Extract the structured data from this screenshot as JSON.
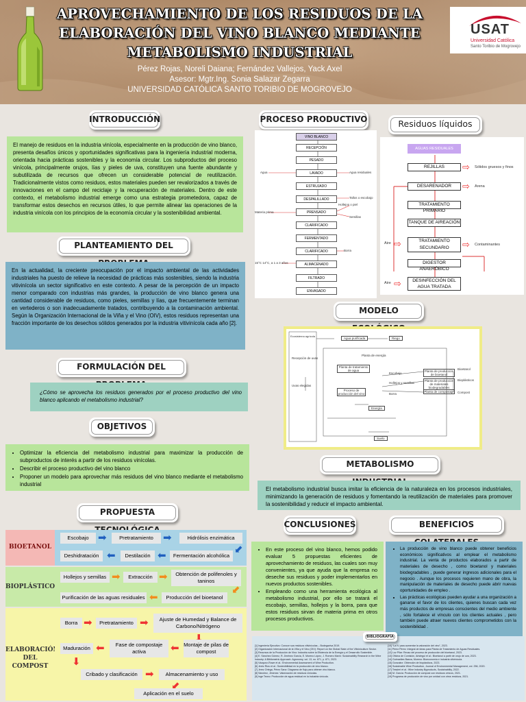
{
  "header": {
    "title_line1": "APROVECHAMIENTO DE LOS RESIDUOS DE LA",
    "title_line2": "ELABORACIÓN DEL VINO BLANCO MEDIANTE",
    "title_line3": "METABOLISMO INDUSTRIAL",
    "authors": "Pérez Rojas, Noreli Daiana; Fernández Vallejos, Yack Axel",
    "advisor": "Asesor: Mgtr.Ing. Sonia Salazar Zegarra",
    "university": "UNIVERSIDAD CATÓLICA SANTO TORIBIO DE MOGROVEJO"
  },
  "logo": {
    "name": "USAT",
    "line1": "Universidad Católica",
    "line2": "Santo Toribio de Mogrovejo"
  },
  "colors": {
    "green": "#b8e59b",
    "blue": "#7fb2c7",
    "teal": "#9ed1c1",
    "yellow": "#f7f5a8",
    "arrow_blue": "#1f5fbf",
    "arrow_orange": "#f28c1c",
    "arrow_red": "#e33"
  },
  "sections": {
    "intro": "INTRODUCCIÓN",
    "proceso": "PROCESO PRODUCTIVO",
    "residuos": "Residuos líquidos",
    "planteamiento": "PLANTEAMIENTO DEL PROBLEMA",
    "modelo": "MODELO ECOLÓGICO",
    "formulacion": "FORMULACIÓN DEL PROBLEMA",
    "objetivos": "OBJETIVOS",
    "metabolismo": "METABOLISMO INDUSTRIAL",
    "propuesta": "PROPUESTA TECNOLÓGICA",
    "conclusiones": "CONCLUSIONES",
    "beneficios": "BENEFICIOS COLATERALES",
    "bibliografia": "BIBLIOGRAFÍA"
  },
  "intro_text": "El manejo de residuos en la industria vinícola, especialmente en la producción de vino blanco, presenta desafíos únicos y oportunidades significativas para la ingeniería industrial moderna, orientada hacia prácticas sostenibles y la economía circular. Los subproductos del proceso vinícola, principalmente orujos, lías y pieles de uva, constituyen una fuente abundante y subutilizada de recursos que ofrecen un considerable potencial de reutilización. Tradicionalmente vistos como residuos, estos materiales pueden ser revalorizados a través de innovaciones en el campo del reciclaje y la recuperación de materiales. Dentro de este contexto, el metabolismo industrial emerge como una estrategia prometedora, capaz de transformar estos desechos en recursos útiles, lo que permite alinear las operaciones de la industria vinícola con los principios de la economía circular y la sostenibilidad ambiental.",
  "planteamiento_text": "En la actualidad, la creciente preocupación por el impacto ambiental de las actividades industriales ha puesto de relieve la necesidad de prácticas más sostenibles, siendo la industria vitivinícola un sector significativo en este contexto. A pesar de la percepción de un impacto menor comparado con industrias más grandes, la producción de vino blanco genera una cantidad considerable de residuos, como pieles, semillas y lías, que frecuentemente terminan en vertederos o son inadecuadamente tratados, contribuyendo a la contaminación ambiental. Según la Organización Internacional de la Viña y el Vino (OIV), estos residuos representan una fracción importante de los desechos sólidos generados por la industria vitivinícola cada año [2].",
  "formulacion_text": "¿Cómo se aprovecha los residuos generados por el proceso productivo del vino blanco aplicando el metabolismo industrial?",
  "objetivos": [
    "Optimizar la eficiencia del metabolismo industrial para maximizar la producción de subproductos de interés a partir de los residuos vinícolas.",
    "Describir el proceso productivo del vino blanco",
    "Proponer un modelo para aprovechar más residuos del vino blanco mediante el metabolismo industrial"
  ],
  "metabolismo_text": "El metabolismo industrial busca imitar la eficiencia de la naturaleza en los procesos industriales, minimizando la generación de residuos y fomentando la reutilización de materiales para promover la sostenibilidad y reducir el impacto ambiental.",
  "conclusiones": [
    "En este proceso del vino blanco, hemos podido evaluar 5 propuestas eficientes de aprovechamiento de residuos, las cuales son muy convenientes, ya que ayuda que la empresa no deseche sus residuos y poder implementarlos en nuevos productos sostenibles.",
    "Empleando como una herramienta ecológica al metabolismo industrial, por ello se tratará el escobajo, semillas, hollejos y la borra, para que estos residuos sirvan de materia prima en otros procesos productivos."
  ],
  "beneficios": [
    "La producción de vino blanco puede obtener beneficios económicos significativos al emplear el metabolismo industrial. La venta de productos elaborados a partir de materiales de desecho , como bioetanol y materiales biodegradables , puede generar ingresos adicionales para el negocio . Aunque los procesos requieren mano de obra, la manipulación de materiales de desecho puede abrir nuevas oportunidades de empleo .",
    "Las prácticas ecológicas pueden ayudar a una organización a ganarse el favor de los clientes, quienes buscan cada vez más productos de empresas conscientes del medio ambiente , sólo fortalece el vínculo con los clientes actuales , pero también puede atraer nuevos clientes comprometidos con la sostenibilidad ."
  ],
  "propuesta": {
    "bioetanol": {
      "label": "BIOETANOL",
      "row1": [
        "Escobajo",
        "Pretratamiento",
        "Hidrólisis enzimática"
      ],
      "row2": [
        "Deshidratación",
        "Destilación",
        "Fermentación alcohólica"
      ]
    },
    "bioplastico": {
      "label": "BIOPLÁSTICO",
      "row1": [
        "Hollejos y semillas",
        "Extracción",
        "Obtención de polifenoles y taninos"
      ],
      "row2": [
        "Purificación de las aguas residuales",
        "Producción del bioetanol"
      ]
    },
    "compost": {
      "label": "ELABORACIÓN DEL COMPOST",
      "row1": [
        "Borra",
        "Pretratamiento",
        "Ajuste de Humedad y Balance de Carbono/Nitrógeno"
      ],
      "row2": [
        "Maduración",
        "Fase de compostaje activa",
        "Montaje de pilas de compost"
      ],
      "row3": [
        "Cribado y clasificación",
        "Almacenamiento y uso"
      ],
      "row4": [
        "Aplicación en el suelo"
      ]
    }
  },
  "proceso_productivo": {
    "top": "VINO BLANCO",
    "steps": [
      "RECEPCIÓN",
      "PESADO",
      "LAVADO",
      "ESTRUJADO",
      "DESPALILLADO",
      "PRENSADO",
      "CLARIFICADO",
      "FERMENTADO",
      "CLARIFICADO",
      "ALMACENADO",
      "FILTRADO",
      "ENVASADO"
    ],
    "inputs": [
      "Agua",
      "Materia prima",
      "15°C 14°C, a 1 a 3 años"
    ],
    "outputs": [
      "Agua residuales",
      "Tallos o escobajo",
      "Hollejos o piel",
      "Semillas",
      "Borra"
    ]
  },
  "residuos_liquidos": {
    "title_box": "AGUAS RESIDUALES",
    "steps": [
      "REJILLAS",
      "DESARENADOR",
      "TRATAMIENTO PRIMARIO",
      "TANQUE DE AIREACIÓN",
      "TRATAMIENTO SECUNDARIO",
      "DIGESTOR ANAERÓBICO",
      "DESINFECCIÓN DEL AGUA TRATADA"
    ],
    "outputs": [
      "Sólidos gruesos y finos",
      "Arena",
      "Contaminantes"
    ],
    "inputs": [
      "Aire",
      "Aire"
    ]
  },
  "modelo_ecologico": {
    "nodes": [
      "Ecosistema agrícola",
      "Agua purificada",
      "Riego",
      "Recepción de uvas",
      "Planta de energía",
      "Planta de tratamiento de agua",
      "Planta de producción de bioetanol",
      "Bioetanol",
      "Proceso de producción del vino",
      "Planta de producción de materiales biodegradables",
      "Bioplásticos",
      "Uvas elegidas",
      "Planta de compostaje",
      "Compost",
      "Energía",
      "Suelo"
    ],
    "edges": [
      "Escobajo",
      "Hollejos y semillas",
      "Borra"
    ]
  },
  "bibliografia": [
    "[1] Ingeniería Ejecutivo: Conoce sus residuos vitivinícolas – Bodegaviva 2019.",
    "[2] Organización Internacional de la Viña y el Vino (OIV): Report on the Global State of the Vitiviniculture Sector.",
    "[3] Recursos de la Producción de Vino: Industria sobre la Eficiencia de la Energía y el Desarrollo Sostenible.",
    "[4] E. Sánchez Gómez, R. Jiménez García, E. Moreno López, J. Romero Marín: Sustainability Research in the Wine Industry: A Bibliometric Approach. Agronomy, vol. 13, no. 871, p. 871, 2023.",
    "[5] Vázquez-Rowe et al.: Environmental Assessment of Wine Production.",
    "[6] Jeréz Rios et al.: Sostenibilidad en la producción de vino blanco.",
    "[7] Jerez Ortega, Pérez Sanz: Diagrama de flujo para obtener vino blanco.",
    "[8] Sánchez, Jimenez: Valorización de residuos vinícolas.",
    "[9] Inge Tecno: Producción de agua residual en la industria vinícola.",
    "[10] “La IV para aumentar la valoración del vino”, 2023.",
    "[11] Pérez Pérez: Integral de ideas para Planta de Tratamiento de Aguas Residuales.",
    "[12] Luz Pilar: Reuso del proceso de producción del bioetanol, 2023.",
    "[13] Oficina de Comisión, Aristegui et al.: Bioetanol a partir de orujo de uva, 2023.",
    "[14] Guimarães Baeza, Moreno: Bioeconomía e industria vitivinícola.",
    "[15] Gonzalez: Obtención de bioplásticos, 2023.",
    "[16] Sustainable Wine Production, Journal of Environmental Management, vol. 256, 2020.",
    "[17] Tessieri et al.: Wine Industry Byproducts, Sustainability, 2022.",
    "[18] M. García: Producción de compost con residuos vínicos, 2021.",
    "[19] Programa de producción de vino por unidad con otros residuos, 2021."
  ]
}
